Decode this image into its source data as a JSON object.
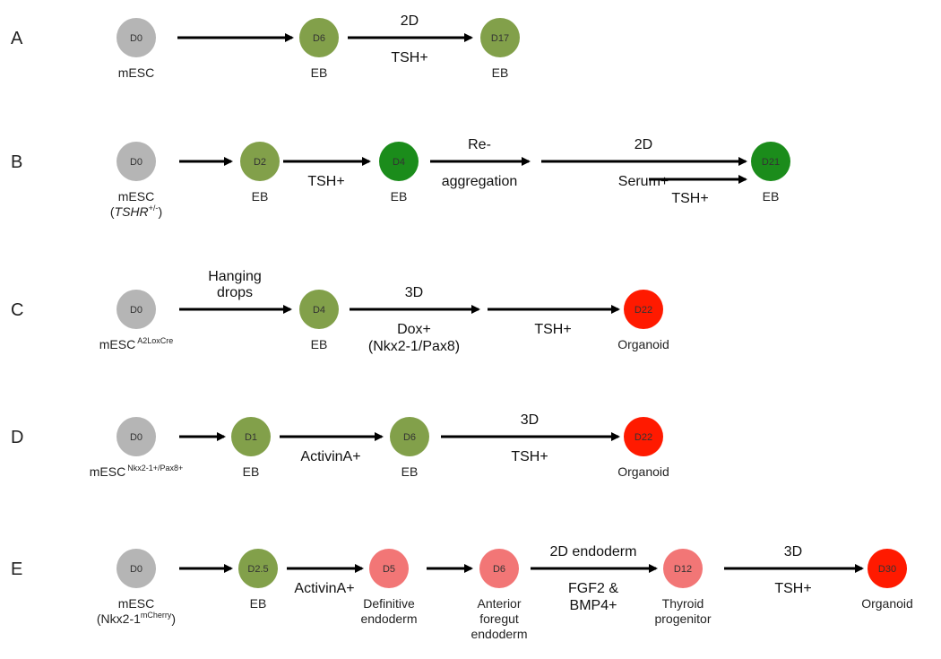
{
  "colors": {
    "grey": "#b5b5b5",
    "olive": "#82a04a",
    "green": "#1b8c1b",
    "red": "#ff1a00",
    "pink": "#f27676"
  },
  "rows": [
    {
      "label": "A",
      "nodes": [
        {
          "text": "D0",
          "color": "grey",
          "caption": [
            "mESC"
          ]
        },
        {
          "text": "D6",
          "color": "olive",
          "caption": [
            "EB"
          ]
        },
        {
          "text": "D17",
          "color": "olive",
          "caption": [
            "EB"
          ]
        }
      ],
      "edges": [
        {
          "above": [],
          "below": []
        },
        {
          "above": [
            "2D"
          ],
          "below": [
            "TSH+"
          ]
        }
      ]
    },
    {
      "label": "B",
      "nodes": [
        {
          "text": "D0",
          "color": "grey",
          "caption": [
            "mESC"
          ],
          "caption2": {
            "pre": "(",
            "italic": "TSHR",
            "sup": "+/-",
            "post": ")"
          }
        },
        {
          "text": "D2",
          "color": "olive",
          "caption": [
            "EB"
          ]
        },
        {
          "text": "D4",
          "color": "green",
          "caption": [
            "EB"
          ]
        },
        {
          "text": "D21",
          "color": "green",
          "caption": [
            "EB"
          ]
        }
      ],
      "edges": [
        {
          "above": [],
          "below": []
        },
        {
          "above": [],
          "below": [
            "TSH+"
          ]
        },
        {
          "above": [
            "Re-"
          ],
          "below": [
            "aggregation"
          ]
        },
        {
          "above": [
            "2D"
          ],
          "below": [
            "Serum+"
          ],
          "extra": [
            "TSH+"
          ]
        }
      ]
    },
    {
      "label": "C",
      "nodes": [
        {
          "text": "D0",
          "color": "grey",
          "caption": [
            "mESC"
          ],
          "sup": "A2LoxCre"
        },
        {
          "text": "D4",
          "color": "olive",
          "caption": [
            "EB"
          ]
        },
        {
          "text": "D22",
          "color": "red",
          "caption": [
            "Organoid"
          ]
        }
      ],
      "edges": [
        {
          "above": [
            "Hanging",
            "drops"
          ],
          "below": []
        },
        {
          "above": [
            "3D"
          ],
          "below": [
            "Dox+",
            "(Nkx2-1/Pax8)"
          ]
        },
        {
          "above": [],
          "below": [
            "TSH+"
          ]
        }
      ]
    },
    {
      "label": "D",
      "nodes": [
        {
          "text": "D0",
          "color": "grey",
          "caption": [
            "mESC"
          ],
          "sup": "Nkx2-1+/Pax8+"
        },
        {
          "text": "D1",
          "color": "olive",
          "caption": [
            "EB"
          ]
        },
        {
          "text": "D6",
          "color": "olive",
          "caption": [
            "EB"
          ]
        },
        {
          "text": "D22",
          "color": "red",
          "caption": [
            "Organoid"
          ]
        }
      ],
      "edges": [
        {
          "above": [],
          "below": []
        },
        {
          "above": [],
          "below": [
            "ActivinA+"
          ]
        },
        {
          "above": [
            "3D"
          ],
          "below": [
            "TSH+"
          ]
        }
      ]
    },
    {
      "label": "E",
      "nodes": [
        {
          "text": "D0",
          "color": "grey",
          "caption": [
            "mESC"
          ],
          "caption2": {
            "pre": "(Nkx2-1",
            "italic": "",
            "sup": "mCherry",
            "post": ")"
          }
        },
        {
          "text": "D2.5",
          "color": "olive",
          "caption": [
            "EB"
          ]
        },
        {
          "text": "D5",
          "color": "pink",
          "caption": [
            "Definitive",
            "endoderm"
          ]
        },
        {
          "text": "D6",
          "color": "pink",
          "caption": [
            "Anterior",
            "foregut",
            "endoderm"
          ]
        },
        {
          "text": "D12",
          "color": "pink",
          "caption": [
            "Thyroid",
            "progenitor"
          ]
        },
        {
          "text": "D30",
          "color": "red",
          "caption": [
            "Organoid"
          ]
        }
      ],
      "edges": [
        {
          "above": [],
          "below": []
        },
        {
          "above": [],
          "below": [
            "ActivinA+"
          ]
        },
        {
          "above": [],
          "below": []
        },
        {
          "above": [
            "2D endoderm"
          ],
          "below": [
            "FGF2 &",
            "BMP4+"
          ]
        },
        {
          "above": [
            "3D"
          ],
          "below": [
            "TSH+"
          ]
        }
      ]
    }
  ]
}
